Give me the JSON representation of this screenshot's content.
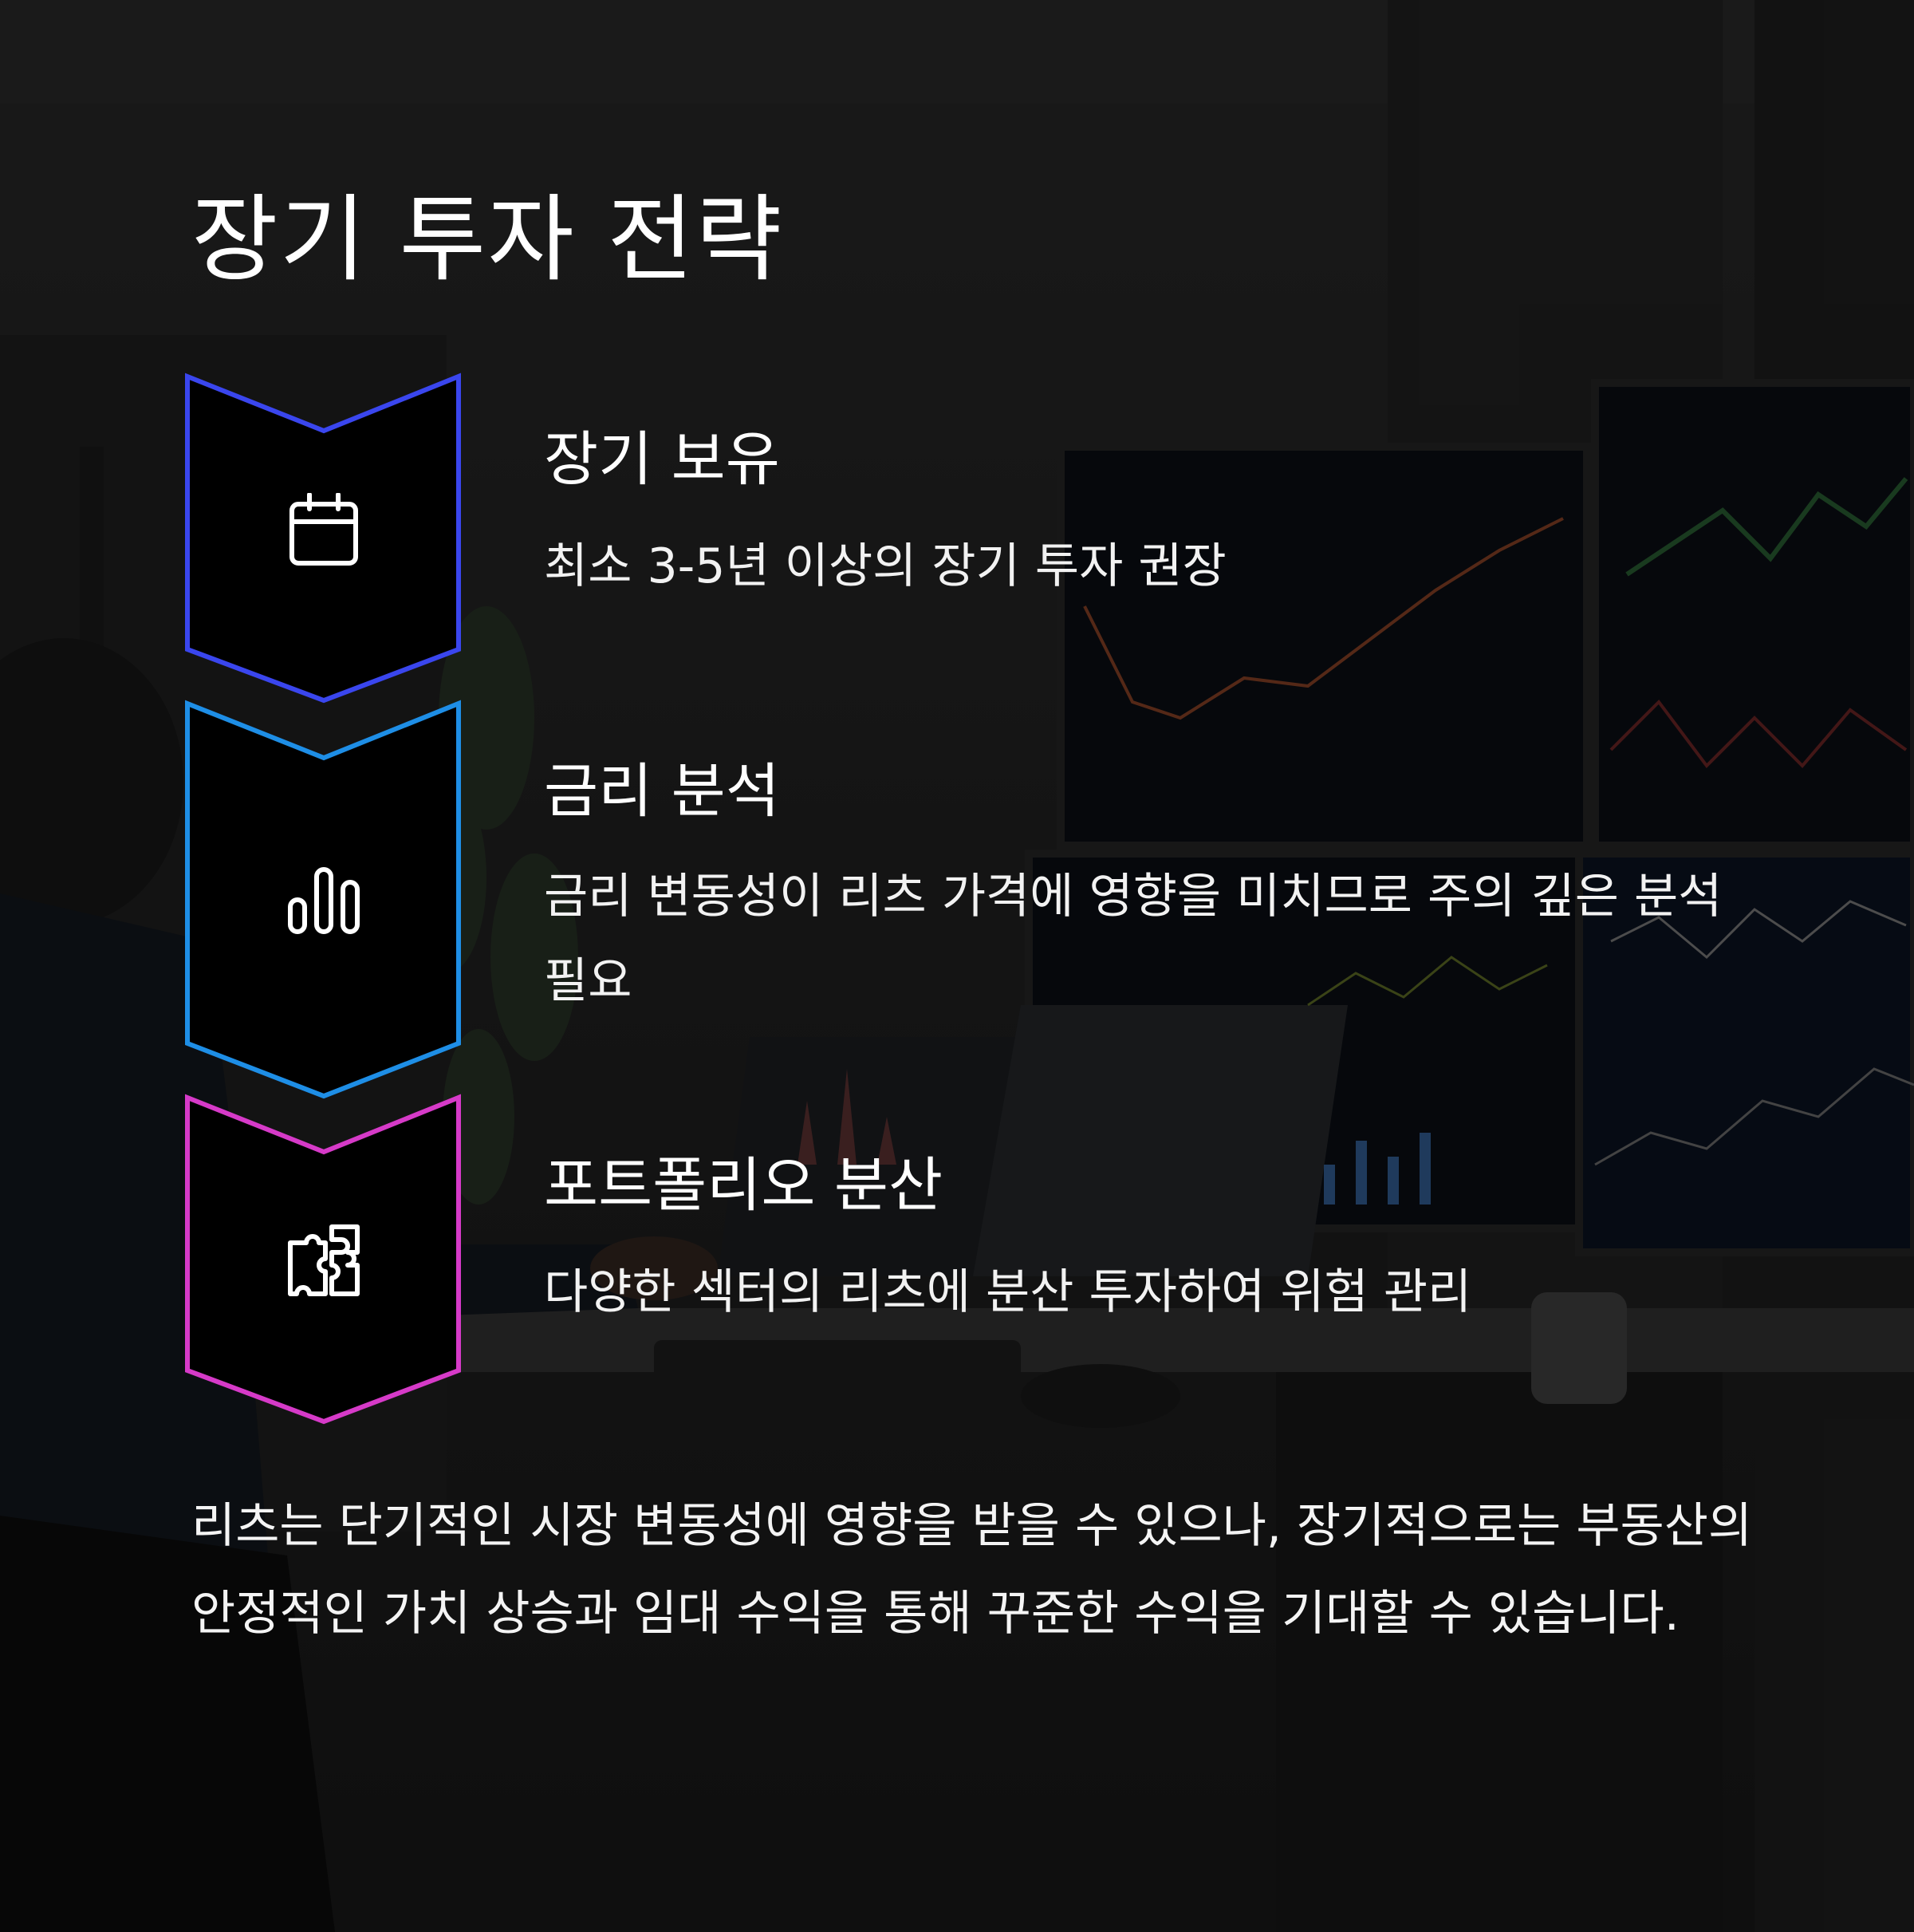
{
  "page": {
    "title": "장기 투자 전략",
    "summary": "리츠는 단기적인 시장 변동성에 영향을 받을 수 있으나, 장기적으로는 부동산의 안정적인 가치 상승과 임대 수익을 통해 꾸준한 수익을 기대할 수 있습니다."
  },
  "steps": [
    {
      "heading": "장기 보유",
      "description": "최소 3-5년 이상의 장기 투자 권장",
      "icon": "calendar-icon",
      "border_color": "#3a46ee"
    },
    {
      "heading": "금리 분석",
      "description": "금리 변동성이 리츠 가격에 영향을 미치므로 주의 깊은 분석 필요",
      "icon": "bar-chart-icon",
      "border_color": "#1e8ee6"
    },
    {
      "heading": "포트폴리오 분산",
      "description": "다양한 섹터의 리츠에 분산 투자하여 위험 관리",
      "icon": "puzzle-icon",
      "border_color": "#d63ac8"
    }
  ],
  "colors": {
    "background": "#141414",
    "overlay": "rgba(0,0,0,0.45)",
    "chevron_fill": "#000000",
    "text": "#ffffff"
  }
}
